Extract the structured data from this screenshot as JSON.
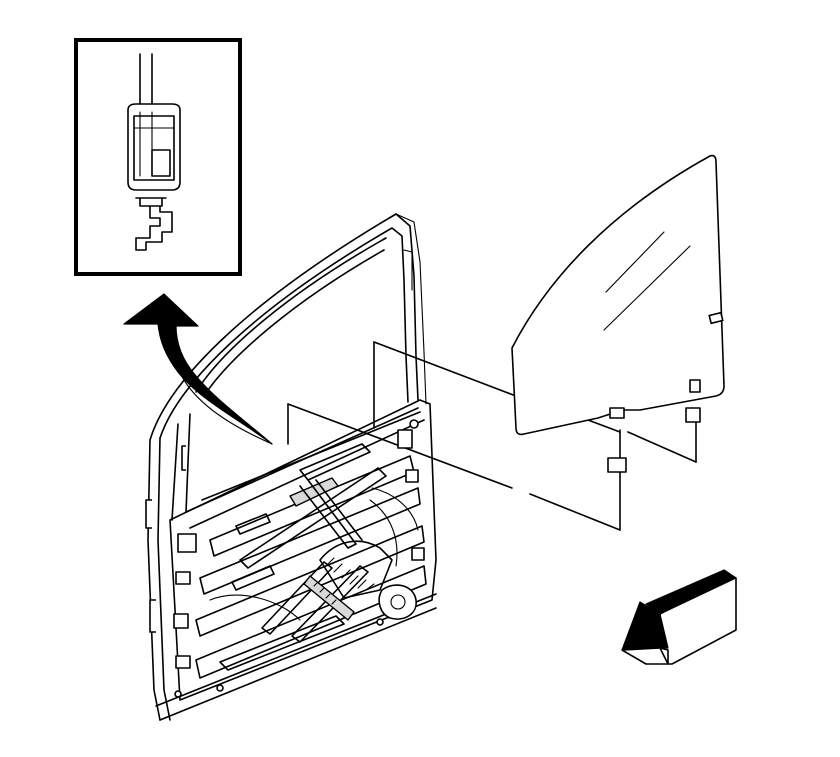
{
  "figure": {
    "parts": [
      "detail-inset",
      "door-frame",
      "window-glass",
      "window-regulator",
      "callout-arrow",
      "front-direction-arrow",
      "exploded-view-lines"
    ],
    "colors": {
      "line": "#000000",
      "background": "#ffffff",
      "shade": "#d9d9d9"
    }
  }
}
